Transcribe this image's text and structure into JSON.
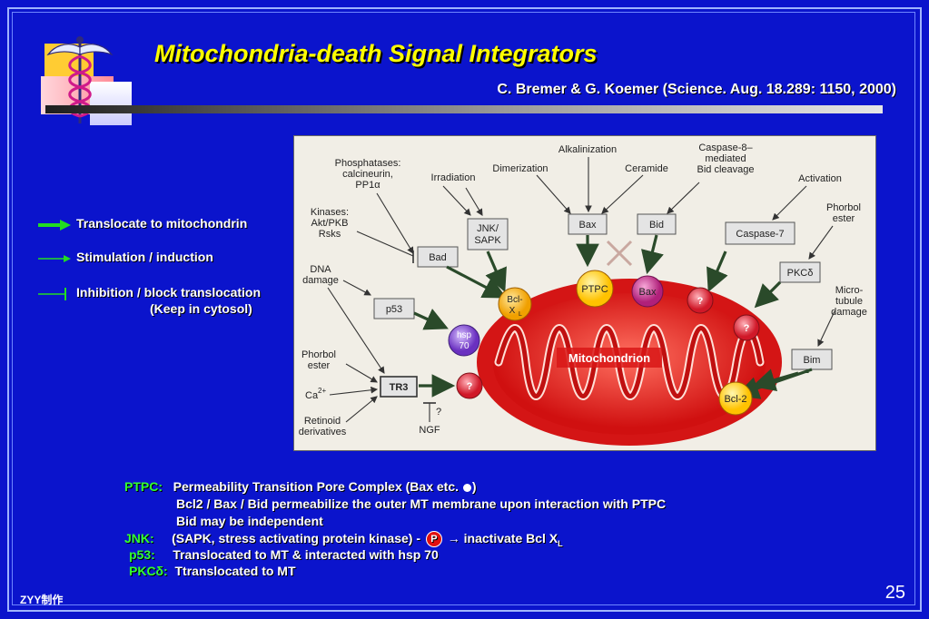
{
  "slide": {
    "title": "Mitochondria-death Signal Integrators",
    "citation": "C. Bremer & G. Koemer (Science. Aug. 18.289: 1150, 2000)",
    "footer_left": "ZYY制作",
    "page_number": "25"
  },
  "legend": {
    "translocate": "Translocate to mitochondrin",
    "stimulation": "Stimulation / induction",
    "inhibition": "Inhibition / block translocation",
    "inhibition_sub": "(Keep in cytosol)"
  },
  "diagram": {
    "labels": {
      "phosphatases": [
        "Phosphatases:",
        "calcineurin,",
        "PP1α"
      ],
      "irradiation": "Irradiation",
      "dimerization": "Dimerization",
      "alkalinization": "Alkalinization",
      "ceramide": "Ceramide",
      "caspase8": [
        "Caspase-8–",
        "mediated",
        "Bid cleavage"
      ],
      "activation": "Activation",
      "kinases": [
        "Kinases:",
        "Akt/PKB",
        "Rsks"
      ],
      "phorbol_right": [
        "Phorbol",
        "ester"
      ],
      "dna_damage": [
        "DNA",
        "damage"
      ],
      "microtubule": [
        "Micro-",
        "tubule",
        "damage"
      ],
      "phorbol_left": [
        "Phorbol",
        "ester"
      ],
      "ca": "Ca",
      "ca_sup": "2+",
      "retinoid": [
        "Retinoid",
        "derivatives"
      ],
      "ngf": "NGF",
      "ngf_q": "?",
      "mitochondrion": "Mitochondrion"
    },
    "boxes": {
      "jnk": [
        "JNK/",
        "SAPK"
      ],
      "bax": "Bax",
      "bid": "Bid",
      "caspase7": "Caspase-7",
      "bad": "Bad",
      "pkc": "PKCδ",
      "p53": "p53",
      "tr3": "TR3",
      "bim": "Bim"
    },
    "circles": {
      "ptpc": "PTPC",
      "bax": "Bax",
      "bcl_xl": "Bcl-",
      "bcl_xl_2": "X",
      "bcl_xl_sub": "L",
      "hsp70": [
        "hsp",
        "70"
      ],
      "q1": "?",
      "q2": "?",
      "q3": "?",
      "bcl2": "Bcl-2"
    },
    "colors": {
      "panel": "#f1eee6",
      "mito_outer": "#d81818",
      "mito_inner": "#ff6a5a",
      "ptpc_fill": "#ffd21a",
      "bax_fill": "#c02c8a",
      "hsp_fill": "#8a4ad8",
      "q_fill": "#dd2233",
      "arrow": "#2a4a2a"
    }
  },
  "notes": {
    "ptpc_key": "PTPC:",
    "ptpc_text": "Permeability Transition Pore Complex (Bax etc.",
    "ptpc_close": ")",
    "ptpc_line2": "Bcl2 / Bax / Bid  permeabilize the outer MT membrane upon interaction with PTPC",
    "ptpc_line3": "Bid may be independent",
    "jnk_key": "JNK:",
    "jnk_text": "(SAPK, stress activating protein kinase) -",
    "jnk_badge": "P",
    "jnk_tail": "→ inactivate Bcl X",
    "jnk_sub": "L",
    "p53_key": "p53:",
    "p53_text": "Translocated to MT & interacted with hsp 70",
    "pkc_key": "PKCδ:",
    "pkc_text": "Ttranslocated to MT"
  }
}
